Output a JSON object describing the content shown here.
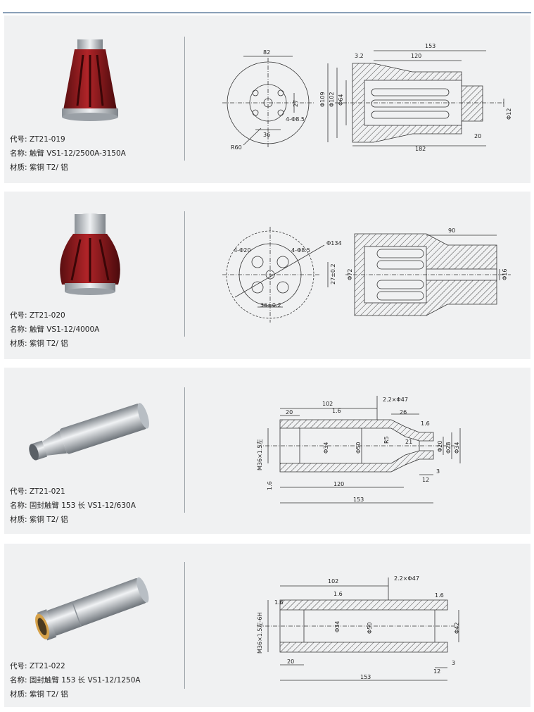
{
  "labels": {
    "code": "代号:",
    "name": "名称:",
    "material": "材质:"
  },
  "products": [
    {
      "code": "ZT21-019",
      "name": "触臂 VS1-12/2500A-3150A",
      "material": "紫铜 T2/ 铝",
      "dims": [
        "82",
        "153",
        "3.2",
        "120",
        "Φ109",
        "Φ102",
        "Φ64",
        "27",
        "4-Φ8.5",
        "36",
        "R60",
        "Φ12",
        "20",
        "182"
      ]
    },
    {
      "code": "ZT21-020",
      "name": "触臂 VS1-12/4000A",
      "material": "紫铜 T2/ 铝",
      "dims": [
        "90",
        "Φ134",
        "4-Φ20",
        "4-Φ8.5",
        "27±0.2",
        "Φ72",
        "36±0.2",
        "Φ16"
      ]
    },
    {
      "code": "ZT21-021",
      "name": "固封触臂 153 长 VS1-12/630A",
      "material": "紫铜 T2/ 铝",
      "dims": [
        "102",
        "2.2×Φ47",
        "20",
        "1.6",
        "26",
        "1.6",
        "M36×1.5左",
        "Φ34",
        "Φ50",
        "R5",
        "21",
        "Φ20",
        "Φ28",
        "Φ34",
        "1.6",
        "12",
        "3",
        "120",
        "153"
      ]
    },
    {
      "code": "ZT21-022",
      "name": "固封触臂 153 长 VS1-12/1250A",
      "material": "紫铜 T2/ 铝",
      "dims": [
        "102",
        "2.2×Φ47",
        "1.6",
        "1.6",
        "1.6",
        "M36×1.5左-6H",
        "Φ34",
        "Φ50",
        "Φ42",
        "20",
        "12",
        "3",
        "153"
      ]
    }
  ],
  "colors": {
    "card": "#f0f1f2",
    "red_part": "#8e1c1f",
    "metal": "#c8ccd0",
    "hatch": "#444444"
  }
}
